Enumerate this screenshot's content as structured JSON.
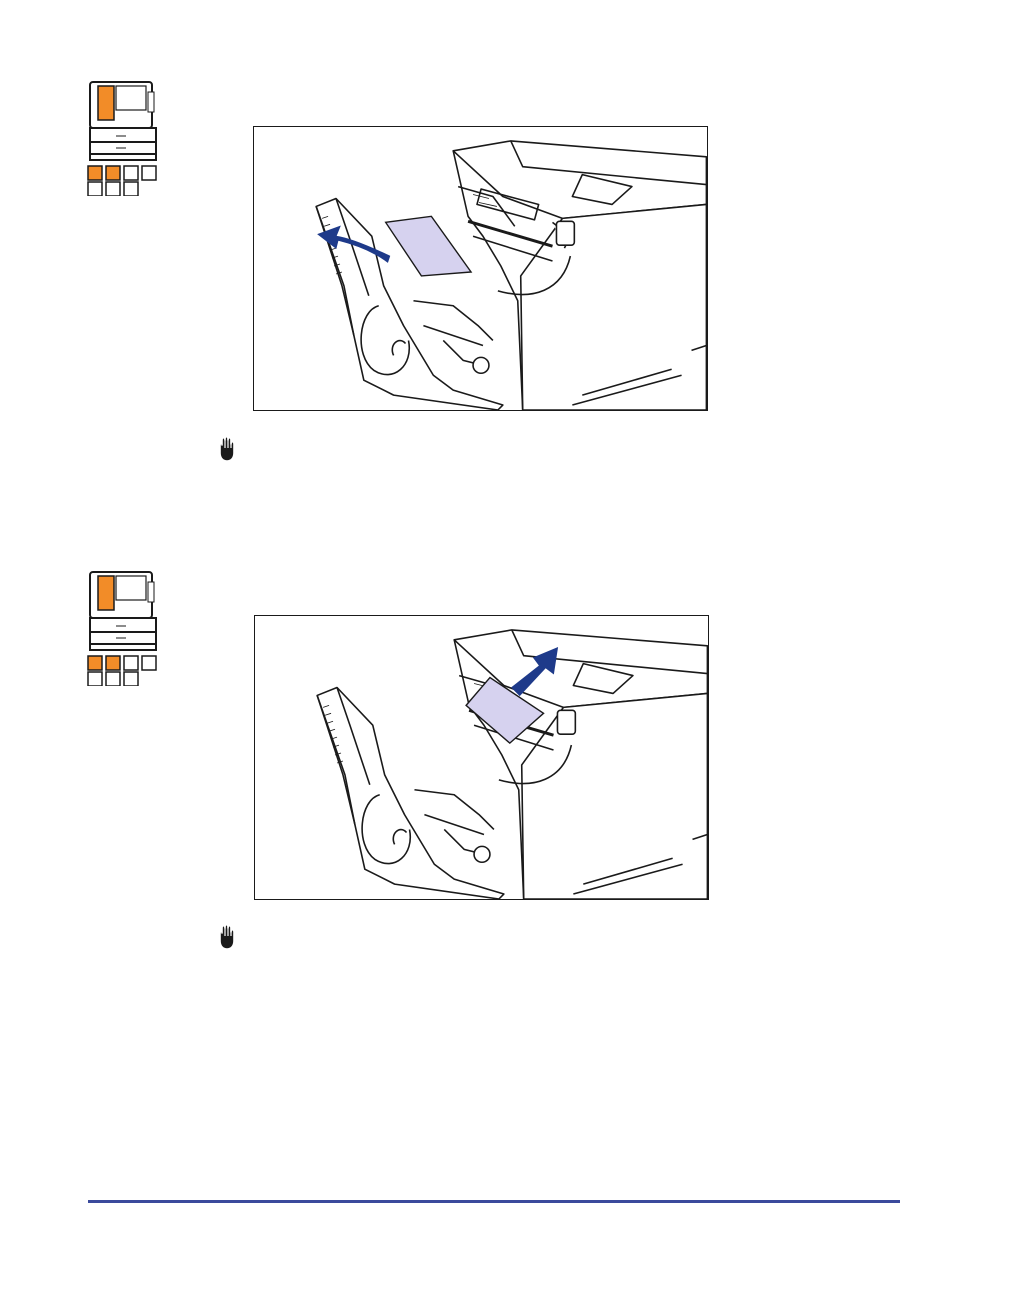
{
  "page": {
    "background": "#ffffff"
  },
  "colors": {
    "accent": "#f28c28",
    "arrow": "#1e3a8a",
    "paper": "#d6d2ef",
    "outline": "#1a1a1a",
    "rule": "#3b4a9c"
  },
  "steps": [
    {
      "figure": {
        "arrow_direction": "left",
        "description_icon": "remove-paper-from-rear"
      },
      "locator": {
        "icon": "printer-location-icon",
        "highlighted_cells": [
          0,
          1
        ]
      },
      "important_icon": "important-hand-icon"
    },
    {
      "figure": {
        "arrow_direction": "up",
        "description_icon": "remove-paper-from-top"
      },
      "locator": {
        "icon": "printer-location-icon",
        "highlighted_cells": [
          0,
          1
        ]
      },
      "important_icon": "important-hand-icon"
    }
  ]
}
